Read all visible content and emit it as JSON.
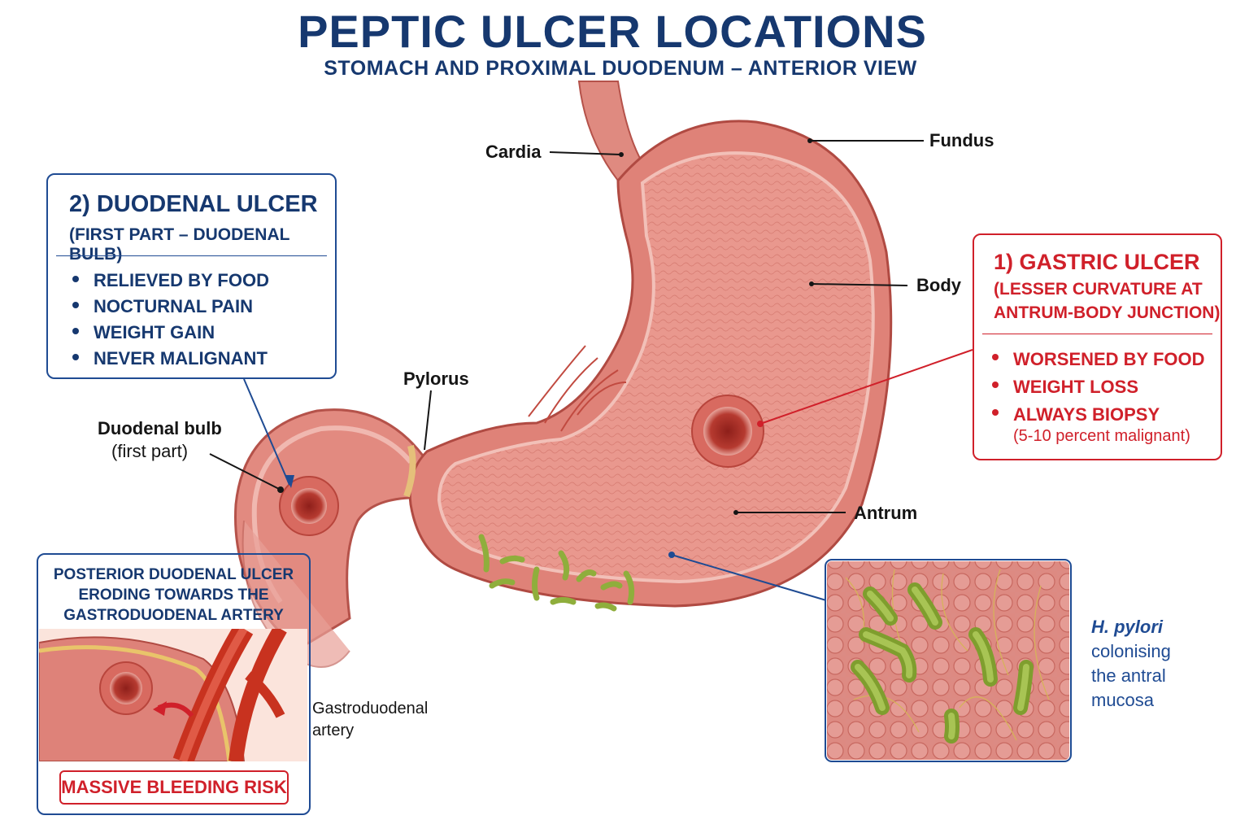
{
  "title": "PEPTIC ULCER LOCATIONS",
  "subtitle": "STOMACH AND PROXIMAL DUODENUM – ANTERIOR VIEW",
  "labels": {
    "cardia": "Cardia",
    "fundus": "Fundus",
    "body": "Body",
    "antrum": "Antrum",
    "pylorus": "Pylorus",
    "duodenal_bulb": "Duodenal bulb",
    "duodenal_bulb_sub": "(first part)",
    "gda_line1": "Gastroduodenal",
    "gda_line2": "artery"
  },
  "duodenal_box": {
    "heading": "2) DUODENAL ULCER",
    "subheading": "(FIRST PART – DUODENAL BULB)",
    "items": [
      "RELIEVED BY FOOD",
      "NOCTURNAL PAIN",
      "WEIGHT GAIN",
      "NEVER MALIGNANT"
    ]
  },
  "gastric_box": {
    "heading": "1) GASTRIC ULCER",
    "subheading_line1": "(LESSER CURVATURE AT",
    "subheading_line2": "ANTRUM-BODY JUNCTION)",
    "items": [
      "WORSENED BY FOOD",
      "WEIGHT LOSS",
      "ALWAYS BIOPSY"
    ],
    "note": "(5-10 percent malignant)"
  },
  "posterior_box": {
    "line1": "POSTERIOR DUODENAL ULCER",
    "line2": "ERODING TOWARDS THE",
    "line3": "GASTRODUODENAL ARTERY",
    "warning": "MASSIVE BLEEDING RISK"
  },
  "hpylori": {
    "name": "H. pylori",
    "line2": "colonising",
    "line3": "the antral",
    "line4": "mucosa"
  },
  "colors": {
    "navy": "#16386f",
    "blue_border": "#1f4b93",
    "red": "#d0202a",
    "stomach": "#e0837a",
    "mucosa": "#e9a096",
    "artery": "#c8321f",
    "bacteria": "#8fae3c"
  }
}
